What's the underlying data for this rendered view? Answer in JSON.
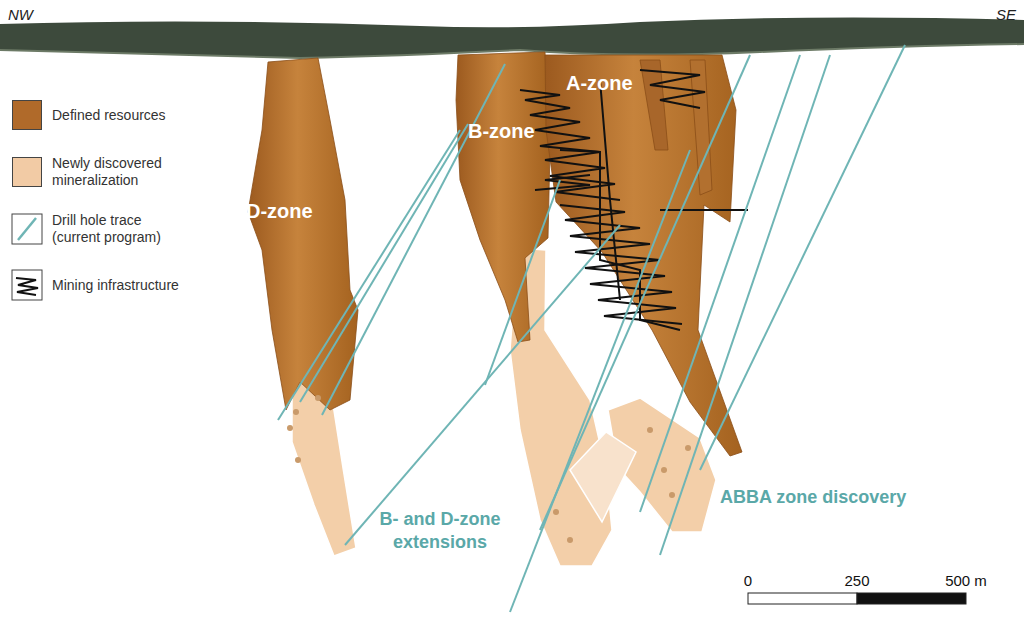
{
  "diagram": {
    "labels": [
      "NW",
      "SE",
      "D-zone",
      "B-zone",
      "A-zone",
      "B- and D-zone extensions",
      "ABBA zone discovery",
      "0",
      "250",
      "500 m"
    ],
    "legend": [
      {
        "text": "Defined resources",
        "color": "#b06a2a"
      },
      {
        "text": "Newly discovered mineralization",
        "color": "#f2cba5"
      },
      {
        "text": "Drill hole trace (current program)"
      },
      {
        "text": "Mining infrastructure"
      }
    ]
  }
}
